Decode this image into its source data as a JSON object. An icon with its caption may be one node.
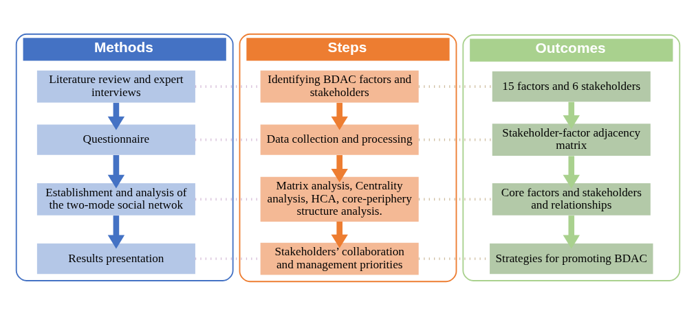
{
  "diagram": {
    "nodes": [
      {
        "text": [
          "Methods"
        ]
      },
      {
        "text": [
          "Literature review and expert interviews"
        ],
        "in": 0
      },
      {
        "text": [
          "Questionnaire"
        ],
        "in": 0
      },
      {
        "text": [
          "Establishment and analysis of the two-mode social netwok"
        ],
        "in": 0
      },
      {
        "text": [
          "Results presentation"
        ],
        "in": 0
      },
      {
        "text": [
          "Steps"
        ]
      },
      {
        "text": [
          "Identifying BDAC factors and stakeholders"
        ],
        "in": 5
      },
      {
        "text": [
          "Data collection and processing"
        ],
        "in": 5
      },
      {
        "text": [
          "Matrix analysis, Centrality analysis, HCA, core-periphery structure analysis."
        ],
        "in": 5
      },
      {
        "text": [
          "Stakeholders’ collaboration and management priorities"
        ],
        "in": 5
      },
      {
        "text": [
          "Outcomes"
        ]
      },
      {
        "text": [
          "15 factors and 6 stakeholders"
        ],
        "in": 10
      },
      {
        "text": [
          "Stakeholder-factor adjacency matrix"
        ],
        "in": 10
      },
      {
        "text": [
          "Core factors and stakeholders and relationships"
        ],
        "in": 10
      },
      {
        "text": [
          "Strategies for promoting BDAC"
        ],
        "in": 10
      }
    ],
    "edges": [
      {
        "from": 1,
        "to": 2,
        "arrow": "to",
        "color": "#4472c4"
      },
      {
        "from": 2,
        "to": 3,
        "arrow": "to",
        "color": "#4472c4"
      },
      {
        "from": 3,
        "to": 4,
        "arrow": "to",
        "color": "#4472c4"
      },
      {
        "from": 6,
        "to": 7,
        "arrow": "to",
        "color": "#ed7d31"
      },
      {
        "from": 7,
        "to": 8,
        "arrow": "to",
        "color": "#ed7d31"
      },
      {
        "from": 8,
        "to": 9,
        "arrow": "to",
        "color": "#ed7d31"
      },
      {
        "from": 11,
        "to": 12,
        "arrow": "to",
        "color": "#a9d18e"
      },
      {
        "from": 12,
        "to": 13,
        "arrow": "to",
        "color": "#a9d18e"
      },
      {
        "from": 13,
        "to": 14,
        "arrow": "to",
        "color": "#a9d18e"
      },
      {
        "from": 1,
        "to": 6,
        "arrow": "none",
        "style": "dashed",
        "color": "#d4b9d6"
      },
      {
        "from": 2,
        "to": 7,
        "arrow": "none",
        "style": "dashed",
        "color": "#d4b9d6"
      },
      {
        "from": 3,
        "to": 8,
        "arrow": "none",
        "style": "dashed",
        "color": "#d4b9d6"
      },
      {
        "from": 4,
        "to": 9,
        "arrow": "none",
        "style": "dashed",
        "color": "#d4b9d6"
      },
      {
        "from": 6,
        "to": 11,
        "arrow": "none",
        "style": "dashed",
        "color": "#cdbb9c"
      },
      {
        "from": 7,
        "to": 12,
        "arrow": "none",
        "style": "dashed",
        "color": "#cdbb9c"
      },
      {
        "from": 8,
        "to": 13,
        "arrow": "none",
        "style": "dashed",
        "color": "#cdbb9c"
      },
      {
        "from": 9,
        "to": 14,
        "arrow": "none",
        "style": "dashed",
        "color": "#cdbb9c"
      }
    ]
  }
}
